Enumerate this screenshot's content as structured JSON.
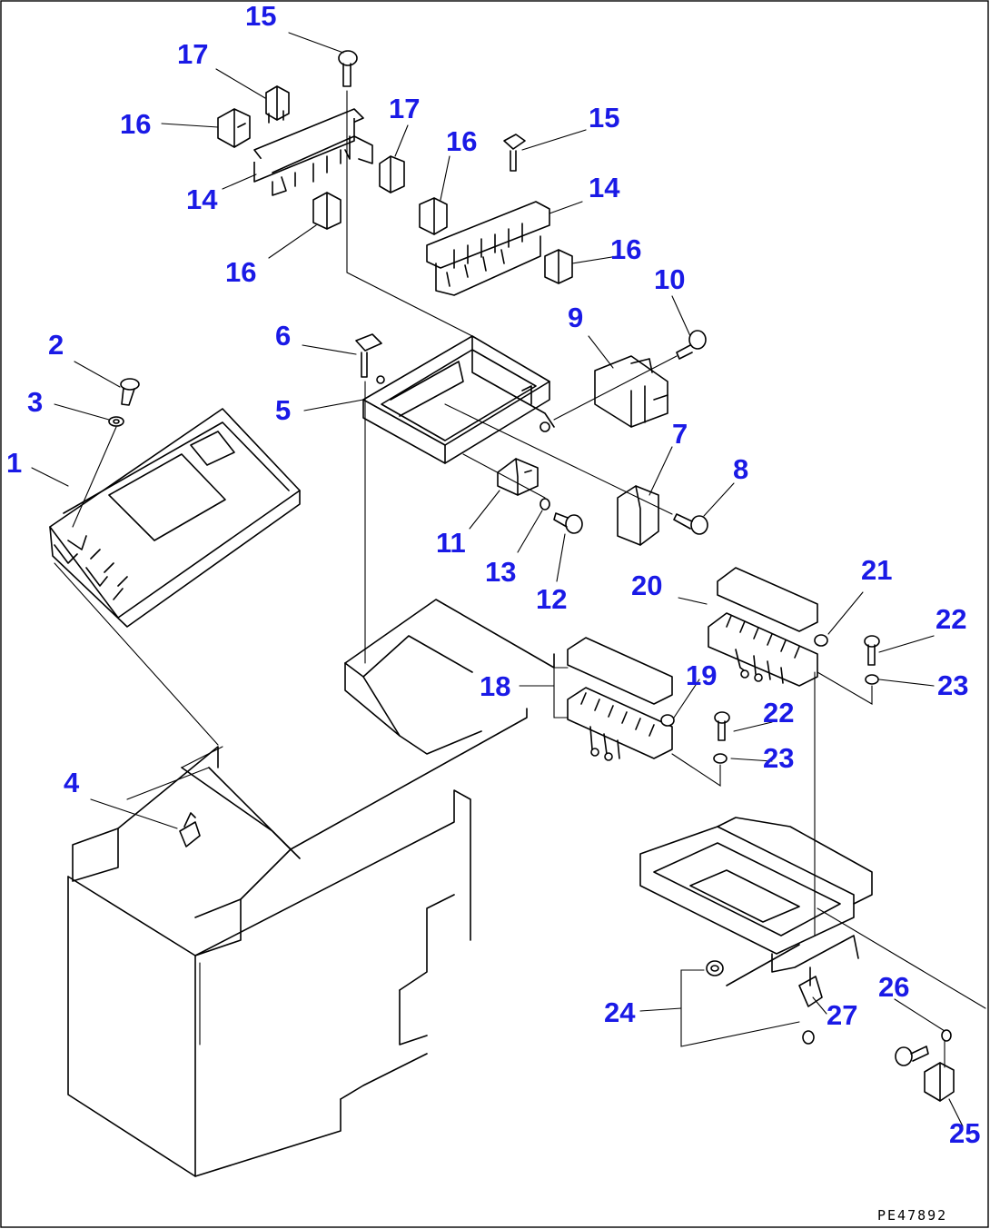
{
  "callouts": {
    "c1": "1",
    "c2": "2",
    "c3": "3",
    "c4": "4",
    "c5": "5",
    "c6": "6",
    "c7": "7",
    "c8": "8",
    "c9": "9",
    "c10": "10",
    "c11": "11",
    "c12": "12",
    "c13": "13",
    "c14a": "14",
    "c14b": "14",
    "c15a": "15",
    "c15b": "15",
    "c16a": "16",
    "c16b": "16",
    "c16c": "16",
    "c16d": "16",
    "c17a": "17",
    "c17b": "17",
    "c18": "18",
    "c19": "19",
    "c20": "20",
    "c21": "21",
    "c22a": "22",
    "c22b": "22",
    "c23a": "23",
    "c23b": "23",
    "c24": "24",
    "c25": "25",
    "c26": "26",
    "c27": "27"
  },
  "drawing_code": "PE47892",
  "colors": {
    "callout": "#1a1ae6",
    "line": "#000000",
    "background": "#ffffff"
  }
}
